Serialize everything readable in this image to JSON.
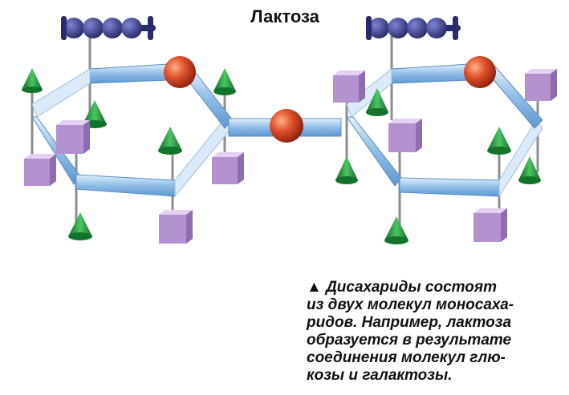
{
  "title": "Лактоза",
  "caption": {
    "lines": [
      "▲ Дисахариды состоят",
      "из двух молекул моносаха-",
      "ридов. Например, лактоза",
      "образуется в результате",
      "соединения молекул глю-",
      "козы и галактозы."
    ]
  },
  "colors": {
    "ring_band": "#8fbde8",
    "ring_band_light": "#dcebf9",
    "oxygen": "#d94a26",
    "cone": "#1f9a3a",
    "cube": "#c6a6dc",
    "chain": "#35367f",
    "rod": "#9a9a9a"
  }
}
